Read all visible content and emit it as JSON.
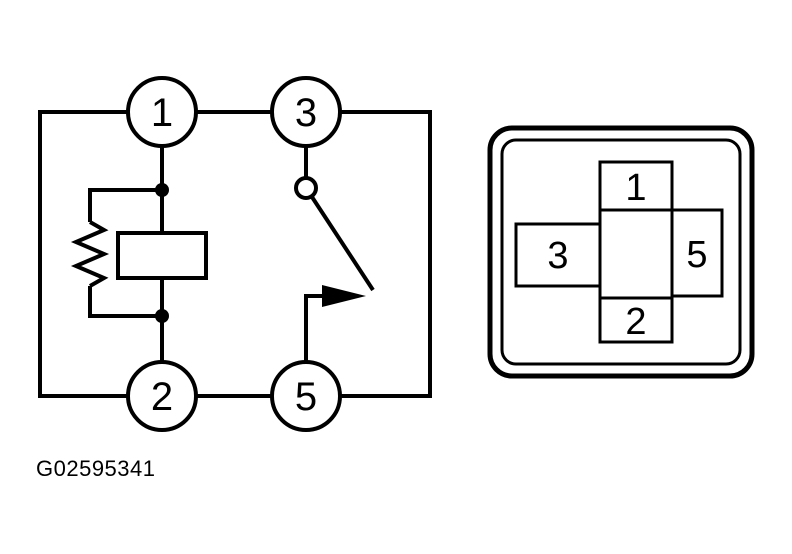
{
  "schematic": {
    "terminals": {
      "t1": "1",
      "t2": "2",
      "t3": "3",
      "t5": "5"
    }
  },
  "connector": {
    "cavities": {
      "top": "1",
      "left": "3",
      "right": "5",
      "bottom": "2"
    }
  },
  "reference_code": "G02595341"
}
